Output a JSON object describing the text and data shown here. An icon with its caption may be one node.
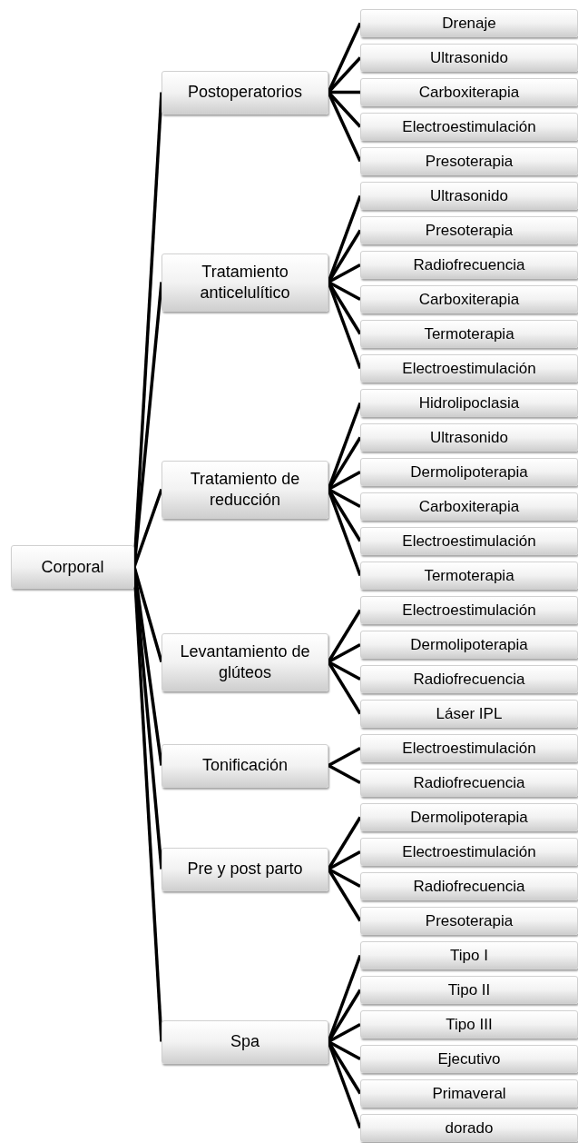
{
  "diagram": {
    "nodes": [
      {
        "text": [
          "Corporal"
        ]
      },
      {
        "text": [
          "Postoperatorios"
        ]
      },
      {
        "text": [
          "Drenaje"
        ]
      },
      {
        "text": [
          "Ultrasonido"
        ]
      },
      {
        "text": [
          "Carboxiterapia"
        ]
      },
      {
        "text": [
          "Electroestimulación"
        ]
      },
      {
        "text": [
          "Presoterapia"
        ]
      },
      {
        "text": [
          "Tratamiento anticelulítico"
        ]
      },
      {
        "text": [
          "Ultrasonido"
        ]
      },
      {
        "text": [
          "Presoterapia"
        ]
      },
      {
        "text": [
          "Radiofrecuencia"
        ]
      },
      {
        "text": [
          "Carboxiterapia"
        ]
      },
      {
        "text": [
          "Termoterapia"
        ]
      },
      {
        "text": [
          "Electroestimulación"
        ]
      },
      {
        "text": [
          "Tratamiento de reducción"
        ]
      },
      {
        "text": [
          "Hidrolipoclasia"
        ]
      },
      {
        "text": [
          "Ultrasonido"
        ]
      },
      {
        "text": [
          "Dermolipoterapia"
        ]
      },
      {
        "text": [
          "Carboxiterapia"
        ]
      },
      {
        "text": [
          "Electroestimulación"
        ]
      },
      {
        "text": [
          "Termoterapia"
        ]
      },
      {
        "text": [
          "Levantamiento de glúteos"
        ]
      },
      {
        "text": [
          "Electroestimulación"
        ]
      },
      {
        "text": [
          "Dermolipoterapia"
        ]
      },
      {
        "text": [
          "Radiofrecuencia"
        ]
      },
      {
        "text": [
          "Láser IPL"
        ]
      },
      {
        "text": [
          "Tonificación"
        ]
      },
      {
        "text": [
          "Electroestimulación"
        ]
      },
      {
        "text": [
          "Radiofrecuencia"
        ]
      },
      {
        "text": [
          "Pre y post parto"
        ]
      },
      {
        "text": [
          "Dermolipoterapia"
        ]
      },
      {
        "text": [
          "Electroestimulación"
        ]
      },
      {
        "text": [
          "Radiofrecuencia"
        ]
      },
      {
        "text": [
          "Presoterapia"
        ]
      },
      {
        "text": [
          "Spa"
        ]
      },
      {
        "text": [
          "Tipo I"
        ]
      },
      {
        "text": [
          "Tipo II"
        ]
      },
      {
        "text": [
          "Tipo III"
        ]
      },
      {
        "text": [
          "Ejecutivo"
        ]
      },
      {
        "text": [
          "Primaveral"
        ]
      },
      {
        "text": [
          "dorado"
        ]
      }
    ],
    "edges": [
      {
        "from": 0,
        "to": 1,
        "arrow": "none"
      },
      {
        "from": 0,
        "to": 7,
        "arrow": "none"
      },
      {
        "from": 0,
        "to": 14,
        "arrow": "none"
      },
      {
        "from": 0,
        "to": 21,
        "arrow": "none"
      },
      {
        "from": 0,
        "to": 26,
        "arrow": "none"
      },
      {
        "from": 0,
        "to": 29,
        "arrow": "none"
      },
      {
        "from": 0,
        "to": 34,
        "arrow": "none"
      },
      {
        "from": 1,
        "to": 2,
        "arrow": "none"
      },
      {
        "from": 1,
        "to": 3,
        "arrow": "none"
      },
      {
        "from": 1,
        "to": 4,
        "arrow": "none"
      },
      {
        "from": 1,
        "to": 5,
        "arrow": "none"
      },
      {
        "from": 1,
        "to": 6,
        "arrow": "none"
      },
      {
        "from": 7,
        "to": 8,
        "arrow": "none"
      },
      {
        "from": 7,
        "to": 9,
        "arrow": "none"
      },
      {
        "from": 7,
        "to": 10,
        "arrow": "none"
      },
      {
        "from": 7,
        "to": 11,
        "arrow": "none"
      },
      {
        "from": 7,
        "to": 12,
        "arrow": "none"
      },
      {
        "from": 7,
        "to": 13,
        "arrow": "none"
      },
      {
        "from": 14,
        "to": 15,
        "arrow": "none"
      },
      {
        "from": 14,
        "to": 16,
        "arrow": "none"
      },
      {
        "from": 14,
        "to": 17,
        "arrow": "none"
      },
      {
        "from": 14,
        "to": 18,
        "arrow": "none"
      },
      {
        "from": 14,
        "to": 19,
        "arrow": "none"
      },
      {
        "from": 14,
        "to": 20,
        "arrow": "none"
      },
      {
        "from": 21,
        "to": 22,
        "arrow": "none"
      },
      {
        "from": 21,
        "to": 23,
        "arrow": "none"
      },
      {
        "from": 21,
        "to": 24,
        "arrow": "none"
      },
      {
        "from": 21,
        "to": 25,
        "arrow": "none"
      },
      {
        "from": 26,
        "to": 27,
        "arrow": "none"
      },
      {
        "from": 26,
        "to": 28,
        "arrow": "none"
      },
      {
        "from": 29,
        "to": 30,
        "arrow": "none"
      },
      {
        "from": 29,
        "to": 31,
        "arrow": "none"
      },
      {
        "from": 29,
        "to": 32,
        "arrow": "none"
      },
      {
        "from": 29,
        "to": 33,
        "arrow": "none"
      },
      {
        "from": 34,
        "to": 35,
        "arrow": "none"
      },
      {
        "from": 34,
        "to": 36,
        "arrow": "none"
      },
      {
        "from": 34,
        "to": 37,
        "arrow": "none"
      },
      {
        "from": 34,
        "to": 38,
        "arrow": "none"
      },
      {
        "from": 34,
        "to": 39,
        "arrow": "none"
      },
      {
        "from": 34,
        "to": 40,
        "arrow": "none"
      }
    ]
  }
}
